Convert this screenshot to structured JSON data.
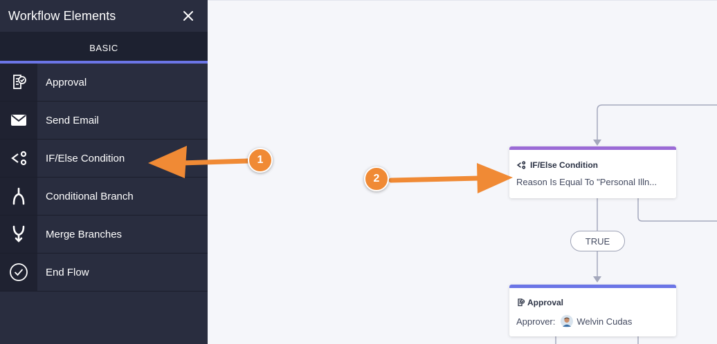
{
  "sidebar": {
    "title": "Workflow Elements",
    "tab": "BASIC",
    "items": [
      {
        "label": "Approval",
        "icon": "approval-icon"
      },
      {
        "label": "Send Email",
        "icon": "envelope-icon"
      },
      {
        "label": "IF/Else Condition",
        "icon": "condition-icon"
      },
      {
        "label": "Conditional Branch",
        "icon": "branch-icon"
      },
      {
        "label": "Merge Branches",
        "icon": "merge-icon"
      },
      {
        "label": "End Flow",
        "icon": "check-circle-icon"
      }
    ]
  },
  "canvas": {
    "condition_node": {
      "title": "IF/Else Condition",
      "body": "Reason Is Equal To \"Personal Illn...",
      "accent": "#9b6bd6"
    },
    "true_label": "TRUE",
    "approval_node": {
      "title": "Approval",
      "approver_label": "Approver:",
      "approver_name": "Welvin Cudas",
      "accent": "#6b75e6"
    }
  },
  "annotations": {
    "badge_1": "1",
    "badge_2": "2",
    "color": "#f08a35"
  }
}
